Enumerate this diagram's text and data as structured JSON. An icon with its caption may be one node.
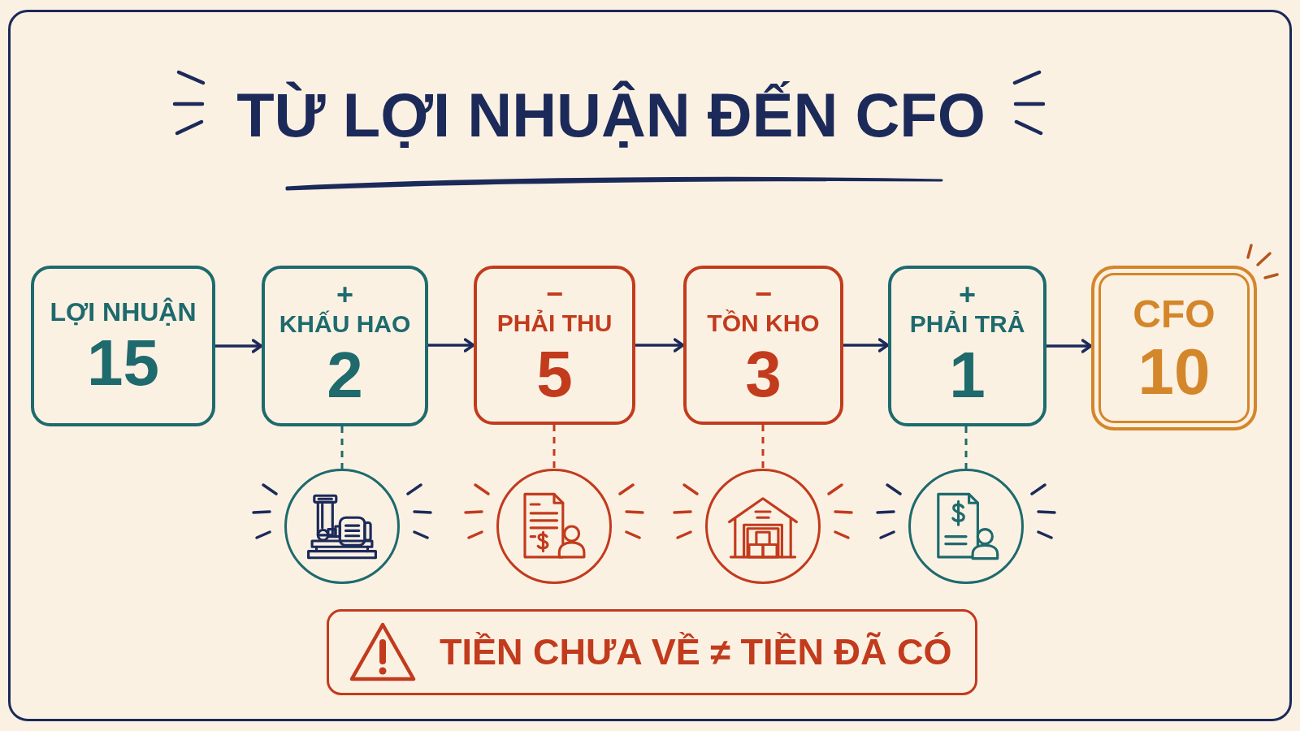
{
  "diagram": {
    "title": "TỪ LỢI NHUẬN ĐẾN CFO",
    "nodes": [
      {
        "text": [
          "LỢI NHUẬN",
          "15"
        ]
      },
      {
        "text": [
          "+",
          "KHẤU HAO",
          "2"
        ]
      },
      {
        "text": [
          "−",
          "PHẢI THU",
          "5"
        ]
      },
      {
        "text": [
          "−",
          "TỒN KHO",
          "3"
        ]
      },
      {
        "text": [
          "+",
          "PHẢI TRẢ",
          "1"
        ]
      },
      {
        "text": [
          "CFO",
          "10"
        ]
      },
      {
        "text": [],
        "shape": "circle"
      },
      {
        "text": [],
        "shape": "circle"
      },
      {
        "text": [],
        "shape": "circle"
      },
      {
        "text": [],
        "shape": "circle"
      },
      {
        "text": [
          "TIỀN CHƯA VỀ ≠ TIỀN ĐÃ CÓ"
        ]
      }
    ],
    "edges": [
      {
        "from": 0,
        "to": 1,
        "arrow": "to"
      },
      {
        "from": 1,
        "to": 2,
        "arrow": "to"
      },
      {
        "from": 2,
        "to": 3,
        "arrow": "to"
      },
      {
        "from": 3,
        "to": 4,
        "arrow": "to"
      },
      {
        "from": 4,
        "to": 5,
        "arrow": "to"
      },
      {
        "from": 1,
        "to": 6,
        "arrow": "none",
        "style": "dashed",
        "color": "#1e6a6d"
      },
      {
        "from": 2,
        "to": 7,
        "arrow": "none",
        "style": "dashed",
        "color": "#c23b1d"
      },
      {
        "from": 3,
        "to": 8,
        "arrow": "none",
        "style": "dashed",
        "color": "#c23b1d"
      },
      {
        "from": 4,
        "to": 9,
        "arrow": "none",
        "style": "dashed",
        "color": "#1e6a6d"
      }
    ]
  }
}
